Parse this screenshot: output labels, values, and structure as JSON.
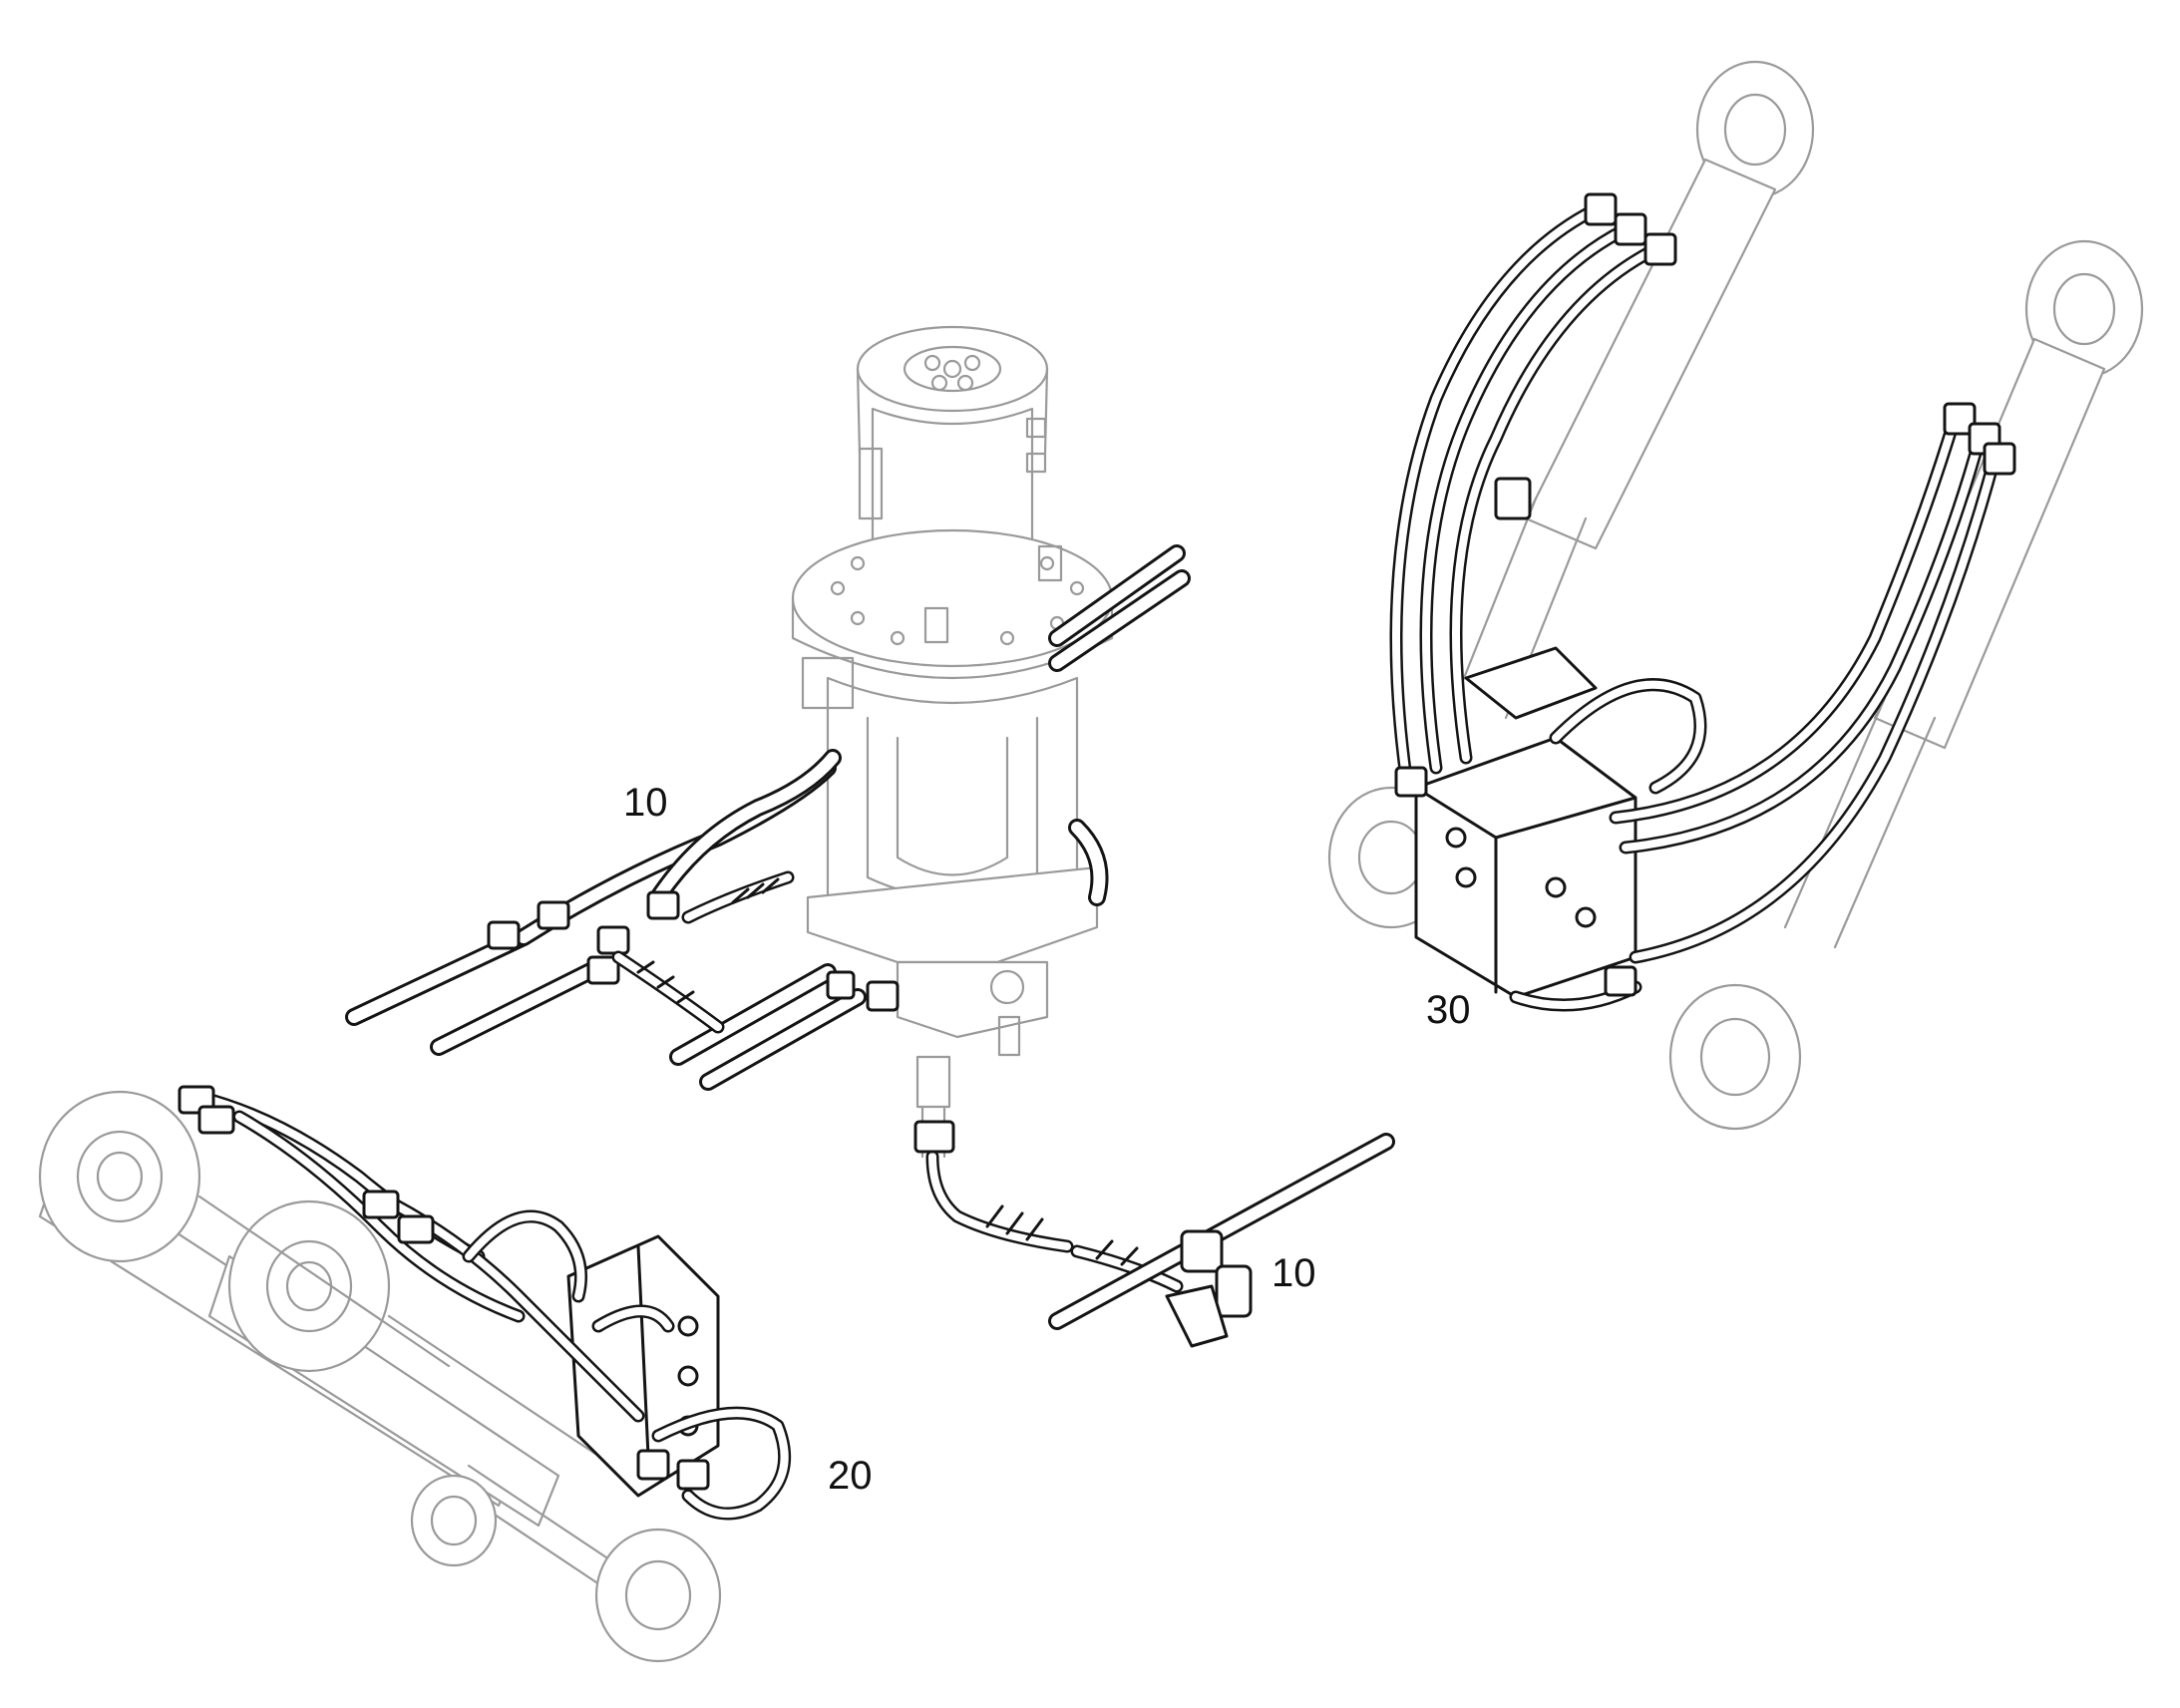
{
  "callouts": {
    "swivel_lines_upper": "10",
    "swivel_lines_lower": "10",
    "front_cylinders": "20",
    "rear_cylinders": "30"
  },
  "colors": {
    "line_dark": "#141414",
    "line_light": "#9a9a9a",
    "background": "#ffffff"
  }
}
